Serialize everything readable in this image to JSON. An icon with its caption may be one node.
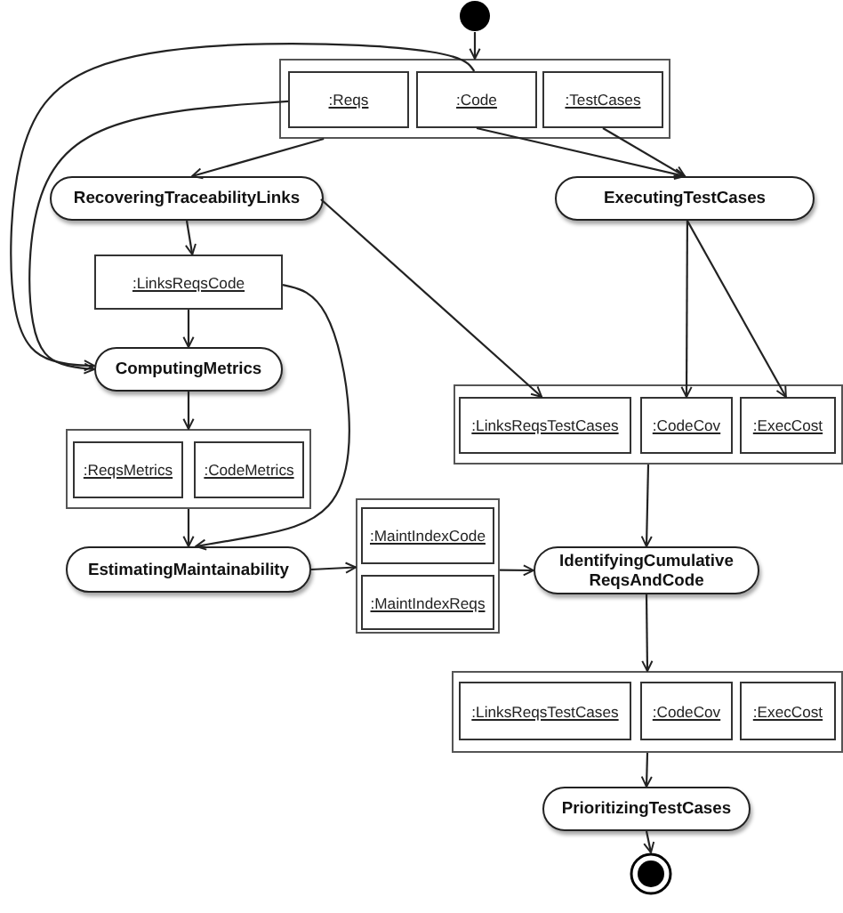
{
  "diagram": {
    "nodes": [
      {
        "text": [],
        "shape": "circle"
      },
      {
        "text": [],
        "shape": "box"
      },
      {
        "text": [
          ":Reqs"
        ],
        "in": 1
      },
      {
        "text": [
          ":Code"
        ],
        "in": 1
      },
      {
        "text": [
          ":TestCases"
        ],
        "in": 1
      },
      {
        "text": [
          "RecoveringTraceabilityLinks"
        ]
      },
      {
        "text": [
          "ExecutingTestCases"
        ]
      },
      {
        "text": [
          ":LinksReqsCode"
        ]
      },
      {
        "text": [
          "ComputingMetrics"
        ]
      },
      {
        "text": [],
        "shape": "box"
      },
      {
        "text": [
          ":ReqsMetrics"
        ],
        "in": 9
      },
      {
        "text": [
          ":CodeMetrics"
        ],
        "in": 9
      },
      {
        "text": [
          "EstimatingMaintainability"
        ]
      },
      {
        "text": [],
        "shape": "box"
      },
      {
        "text": [
          ":MaintIndexCode"
        ],
        "in": 13
      },
      {
        "text": [
          ":MaintIndexReqs"
        ],
        "in": 13
      },
      {
        "text": [],
        "shape": "box"
      },
      {
        "text": [
          ":LinksReqsTestCases"
        ],
        "in": 16
      },
      {
        "text": [
          ":CodeCov"
        ],
        "in": 16
      },
      {
        "text": [
          ":ExecCost"
        ],
        "in": 16
      },
      {
        "text": [
          "IdentifyingCumulative ReqsAndCode"
        ]
      },
      {
        "text": [],
        "shape": "box"
      },
      {
        "text": [
          ":LinksReqsTestCases"
        ],
        "in": 21
      },
      {
        "text": [
          ":CodeCov"
        ],
        "in": 21
      },
      {
        "text": [
          ":ExecCost"
        ],
        "in": 21
      },
      {
        "text": [
          "PrioritizingTestCases"
        ]
      },
      {
        "text": [],
        "shape": "bullseye"
      }
    ],
    "edges": [
      {
        "from": 0,
        "to": 1,
        "arrow": "to"
      },
      {
        "from": 1,
        "to": 5,
        "arrow": "to"
      },
      {
        "from": 3,
        "to": 6,
        "arrow": "to"
      },
      {
        "from": 4,
        "to": 6,
        "arrow": "to"
      },
      {
        "from": 3,
        "to": 8,
        "arrow": "to"
      },
      {
        "from": 2,
        "to": 8,
        "arrow": "to"
      },
      {
        "from": 5,
        "to": 7,
        "arrow": "to"
      },
      {
        "from": 7,
        "to": 8,
        "arrow": "to"
      },
      {
        "from": 5,
        "to": 17,
        "arrow": "to"
      },
      {
        "from": 6,
        "to": 18,
        "arrow": "to"
      },
      {
        "from": 6,
        "to": 19,
        "arrow": "to"
      },
      {
        "from": 8,
        "to": 9,
        "arrow": "to"
      },
      {
        "from": 9,
        "to": 12,
        "arrow": "to"
      },
      {
        "from": 7,
        "to": 12,
        "arrow": "to"
      },
      {
        "from": 12,
        "to": 13,
        "arrow": "to"
      },
      {
        "from": 13,
        "to": 20,
        "arrow": "to"
      },
      {
        "from": 16,
        "to": 20,
        "arrow": "to"
      },
      {
        "from": 20,
        "to": 21,
        "arrow": "to"
      },
      {
        "from": 21,
        "to": 25,
        "arrow": "to"
      },
      {
        "from": 25,
        "to": 26,
        "arrow": "to"
      }
    ]
  }
}
